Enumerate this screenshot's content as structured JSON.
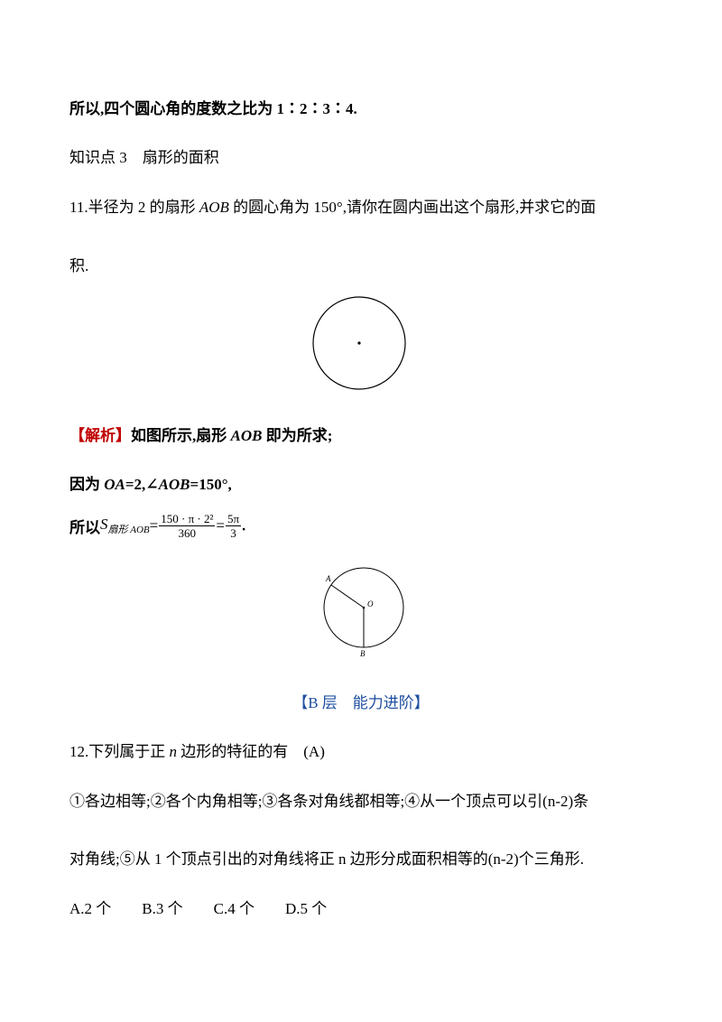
{
  "conclusion": "所以,四个圆心角的度数之比为 1∶2∶3∶4.",
  "section_title": "知识点 3　扇形的面积",
  "q11": {
    "prefix": "11.半径为 2 的扇形 ",
    "var": "AOB",
    "rest": " 的圆心角为 150°,请你在圆内画出这个扇形,并求它的面",
    "line2": "积."
  },
  "solution": {
    "tag": "【解析】",
    "line1_a": "如图所示,扇形 ",
    "line1_var": "AOB",
    "line1_b": " 即为所求;",
    "line2_a": "因为 ",
    "line2_var1": "OA",
    "line2_b": "=2,∠",
    "line2_var2": "AOB",
    "line2_c": "=150°,",
    "line3_a": "所以",
    "S": "S",
    "S_sub": "扇形 AOB",
    "eq1": "=",
    "frac1_num": "150 · π · 2²",
    "frac1_den": "360",
    "eq2": "=",
    "frac2_num": "5π",
    "frac2_den": "3",
    "end": "."
  },
  "figure2_labels": {
    "A": "A",
    "O": "O",
    "B": "B"
  },
  "level_heading": "【B 层　能力进阶】",
  "q12": {
    "stem_a": "12.下列属于正 ",
    "stem_var": "n",
    "stem_b": " 边形的特征的有　(A)",
    "line1": "①各边相等;②各个内角相等;③各条对角线都相等;④从一个顶点可以引(n-2)条",
    "line2": "对角线;⑤从 1 个顶点引出的对角线将正 n 边形分成面积相等的(n-2)个三角形.",
    "options": "A.2 个　　B.3 个　　C.4 个　　D.5 个"
  }
}
